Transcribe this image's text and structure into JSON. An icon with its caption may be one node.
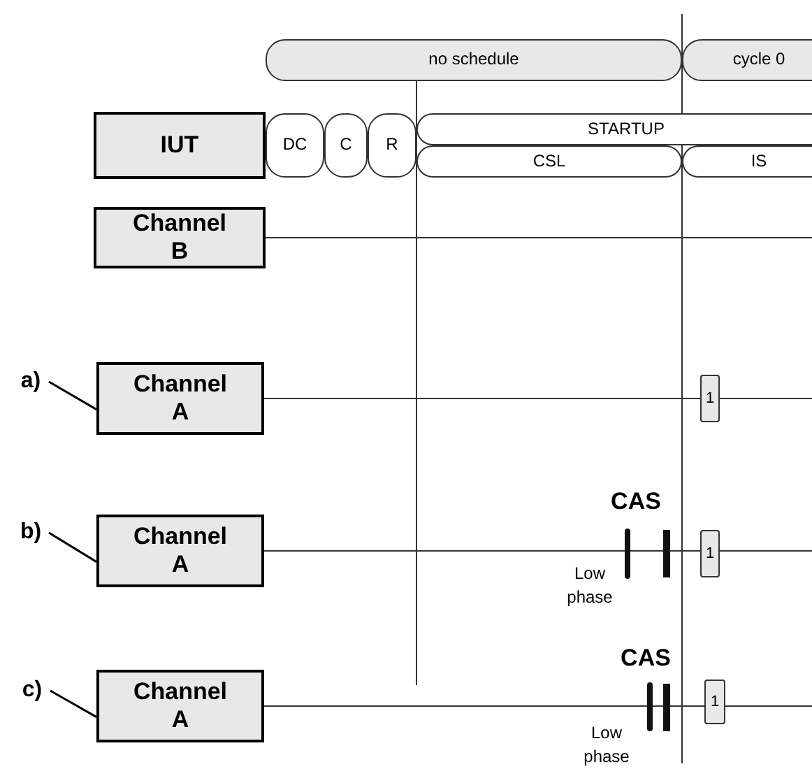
{
  "diagram": {
    "nodes": [
      {
        "text": [
          "no schedule"
        ]
      },
      {
        "text": [
          "cycle 0"
        ]
      },
      {
        "text": [
          "IUT"
        ]
      },
      {
        "text": [
          "DC"
        ]
      },
      {
        "text": [
          "C"
        ]
      },
      {
        "text": [
          "R"
        ]
      },
      {
        "text": [
          "STARTUP"
        ]
      },
      {
        "text": [
          "CSL"
        ]
      },
      {
        "text": [
          "IS"
        ]
      },
      {
        "text": [
          "Channel B"
        ]
      },
      {
        "text": [
          "a)"
        ]
      },
      {
        "text": [
          "Channel A"
        ]
      },
      {
        "text": [
          "1"
        ]
      },
      {
        "text": [
          "b)"
        ]
      },
      {
        "text": [
          "Channel A"
        ]
      },
      {
        "text": [
          "1"
        ]
      },
      {
        "text": [
          "c)"
        ]
      },
      {
        "text": [
          "Channel A"
        ]
      },
      {
        "text": [
          "1"
        ]
      }
    ],
    "edges": [
      {
        "from": 10,
        "to": 11,
        "arrow": "none"
      },
      {
        "from": 13,
        "to": 14,
        "arrow": "none"
      },
      {
        "from": 16,
        "to": 17,
        "arrow": "none"
      }
    ],
    "labels": [
      "CAS",
      "Low phase",
      "CAS",
      "Low phase"
    ]
  }
}
